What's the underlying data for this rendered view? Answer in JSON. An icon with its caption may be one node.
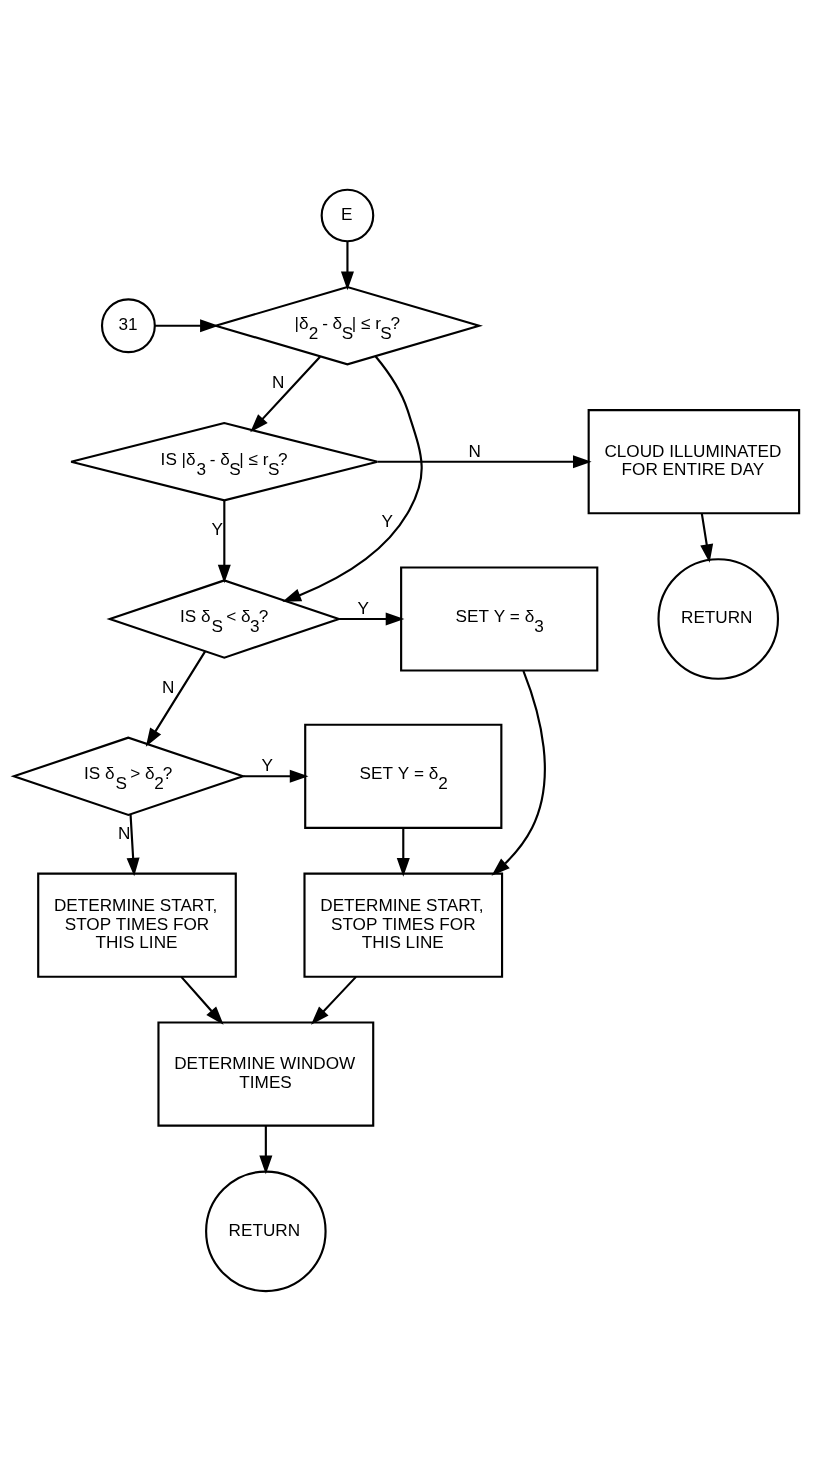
{
  "diagram": {
    "nodes": [
      {
        "text": [
          "E"
        ]
      },
      {
        "text": [
          "31"
        ]
      },
      {
        "text": [
          "|δ$_{2}$ - δ$_{S}$| ≤ r$_{S}$?"
        ]
      },
      {
        "text": [
          "IS |δ$_{3}$ - δ$_{S}$| ≤ r$_{S}$?"
        ]
      },
      {
        "text": [
          "CLOUD ILLUMINATED FOR ENTIRE DAY"
        ]
      },
      {
        "text": [
          "RETURN"
        ]
      },
      {
        "text": [
          "IS δ$_{S}$ < δ$_{3}$?"
        ]
      },
      {
        "text": [
          "SET Y = δ$_{3}$"
        ]
      },
      {
        "text": [
          "IS δ$_{S}$ > δ$_{2}$?"
        ]
      },
      {
        "text": [
          "SET Y = δ$_{2}$"
        ]
      },
      {
        "text": [
          "DETERMINE START, STOP TIMES FOR THIS LINE"
        ]
      },
      {
        "text": [
          "DETERMINE START, STOP TIMES FOR THIS LINE"
        ]
      },
      {
        "text": [
          "DETERMINE WINDOW TIMES"
        ]
      },
      {
        "text": [
          "RETURN"
        ]
      }
    ],
    "edges": [
      {
        "from": 0,
        "to": 2,
        "arrow": "to"
      },
      {
        "from": 1,
        "to": 2,
        "arrow": "to"
      },
      {
        "from": 2,
        "to": 6,
        "arrow": "to",
        "label": "Y"
      },
      {
        "from": 2,
        "to": 3,
        "arrow": "to",
        "label": "N"
      },
      {
        "from": 3,
        "to": 4,
        "arrow": "to",
        "label": "N"
      },
      {
        "from": 3,
        "to": 6,
        "arrow": "to",
        "label": "Y"
      },
      {
        "from": 4,
        "to": 5,
        "arrow": "to"
      },
      {
        "from": 6,
        "to": 7,
        "arrow": "to",
        "label": "Y"
      },
      {
        "from": 6,
        "to": 8,
        "arrow": "to",
        "label": "N"
      },
      {
        "from": 7,
        "to": 11,
        "arrow": "to"
      },
      {
        "from": 8,
        "to": 9,
        "arrow": "to",
        "label": "Y"
      },
      {
        "from": 8,
        "to": 10,
        "arrow": "to",
        "label": "N"
      },
      {
        "from": 9,
        "to": 11,
        "arrow": "to"
      },
      {
        "from": 10,
        "to": 12,
        "arrow": "to"
      },
      {
        "from": 11,
        "to": 12,
        "arrow": "to"
      },
      {
        "from": 12,
        "to": 13,
        "arrow": "to"
      }
    ]
  }
}
